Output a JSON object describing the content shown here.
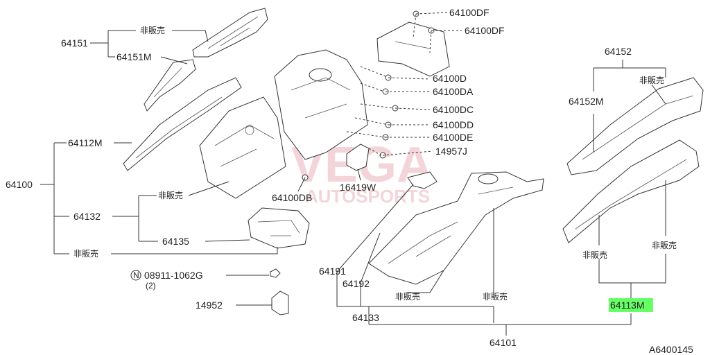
{
  "labels": {
    "p64151": "64151",
    "p64151M": "64151M",
    "p64112M": "64112M",
    "p64100": "64100",
    "p64132": "64132",
    "p64135": "64135",
    "p64100DB": "64100DB",
    "p08911": "08911-1062G",
    "qty2": "(2)",
    "p14952": "14952",
    "p64100DF_a": "64100DF",
    "p64100DF_b": "64100DF",
    "p64100D": "64100D",
    "p64100DA": "64100DA",
    "p64100DC": "64100DC",
    "p64100DD": "64100DD",
    "p64100DE": "64100DE",
    "p14957J": "14957J",
    "p16419W": "16419W",
    "p64191": "64191",
    "p64192": "64192",
    "p64133": "64133",
    "p64101": "64101",
    "p64152": "64152",
    "p64152M": "64152M",
    "p64113M": "64113M",
    "notsold_1": "非販売",
    "notsold_2": "非販売",
    "notsold_3": "非販売",
    "notsold_4": "非販売",
    "notsold_5": "非販売",
    "notsold_6": "非販売",
    "notsold_7": "非販売",
    "notsold_8": "非販売",
    "diagram_code": "A6400145",
    "nut_symbol": "N"
  },
  "watermark": {
    "line1": "VEGA",
    "line2": "AUTOSPORTS"
  },
  "colors": {
    "highlight": "#66ff66",
    "watermark": "#f3d5d9",
    "ink": "#333333"
  }
}
